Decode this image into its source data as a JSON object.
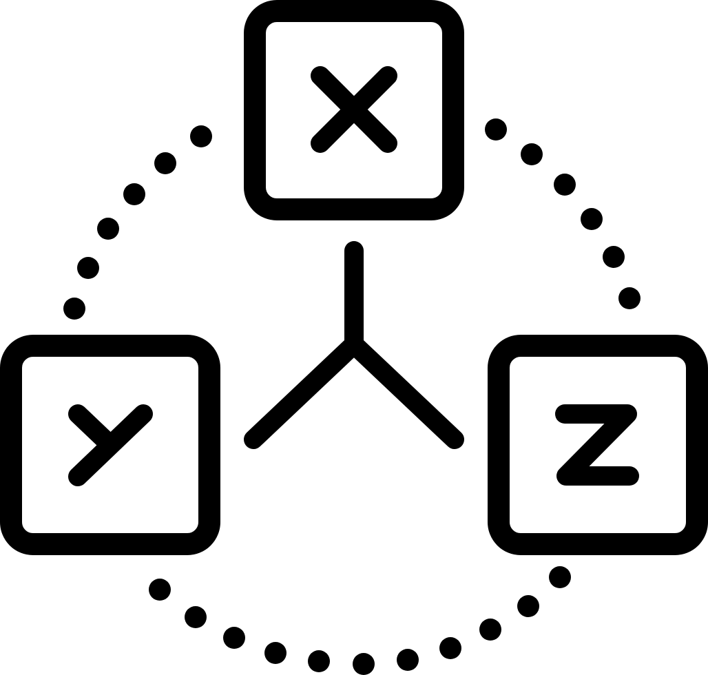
{
  "icon": {
    "name": "xyz-axes-icon",
    "stroke_color": "#000000",
    "background_color": "#ffffff",
    "style": "line-icon",
    "boxes": [
      {
        "id": "x",
        "glyph": "cross"
      },
      {
        "id": "y",
        "glyph": "y-letter"
      },
      {
        "id": "z",
        "glyph": "z-letter"
      }
    ],
    "connector": "three-way-branch",
    "orbit": "dotted-circle"
  }
}
